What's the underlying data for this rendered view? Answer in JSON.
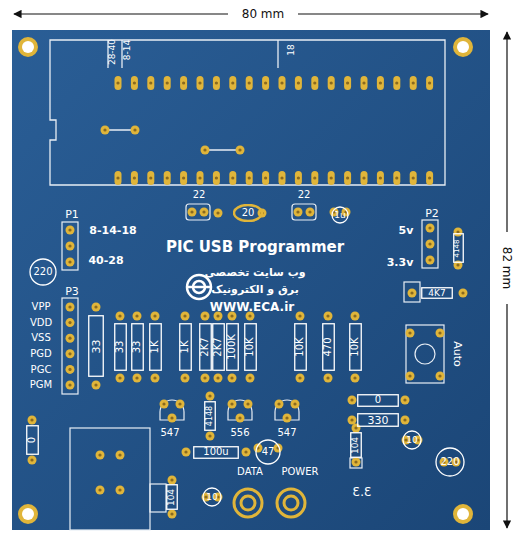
{
  "diagram": {
    "title": "PIC USB Programmer",
    "nodes": [
      {
        "text": [
          "20"
        ]
      },
      {
        "text": [
          "1u"
        ]
      },
      {
        "text": [
          "220"
        ]
      },
      {
        "text": [
          "4148"
        ]
      },
      {
        "text": [
          "4K7"
        ]
      },
      {
        "text": [
          "33"
        ]
      },
      {
        "text": [
          "33"
        ]
      },
      {
        "text": [
          "33"
        ]
      },
      {
        "text": [
          "1K"
        ]
      },
      {
        "text": [
          "1K"
        ]
      },
      {
        "text": [
          "2K7"
        ]
      },
      {
        "text": [
          "2K7"
        ]
      },
      {
        "text": [
          "100K"
        ]
      },
      {
        "text": [
          "10K"
        ]
      },
      {
        "text": [
          "10K"
        ]
      },
      {
        "text": [
          "470"
        ]
      },
      {
        "text": [
          "10K"
        ]
      },
      {
        "text": [
          "4148"
        ]
      },
      {
        "text": [
          "100u"
        ]
      },
      {
        "text": [
          "47"
        ]
      },
      {
        "text": [
          "0"
        ]
      },
      {
        "text": [
          "330"
        ]
      },
      {
        "text": [
          "104"
        ]
      },
      {
        "text": [
          "10"
        ]
      },
      {
        "text": [
          "220"
        ]
      },
      {
        "text": [
          "104"
        ]
      },
      {
        "text": [
          "10"
        ]
      },
      {
        "text": [
          "0"
        ]
      }
    ],
    "labels": [
      "80 mm",
      "82 mm",
      "28-40",
      "8-14",
      "18",
      "22",
      "22",
      "P1",
      "8-14-18",
      "40-28",
      "P2",
      "5v",
      "3.3v",
      "P3",
      "VPP",
      "VDD",
      "VSS",
      "PGD",
      "PGC",
      "PGM",
      "Auto",
      "وب سایت تخصصی",
      "برق و الکترونیک",
      "WWW.ECA.ir",
      "547",
      "556",
      "547",
      "DATA",
      "POWER",
      "3.3"
    ]
  }
}
